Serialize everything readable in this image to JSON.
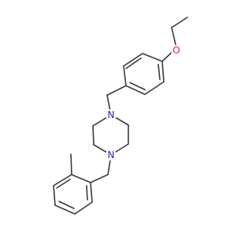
{
  "molecule": {
    "atoms": {
      "oxygen": {
        "symbol": "O",
        "color": "#e8202a"
      },
      "nitrogen_top": {
        "symbol": "N",
        "color": "#1f1fe0"
      },
      "nitrogen_bottom": {
        "symbol": "N",
        "color": "#1f1fe0"
      }
    },
    "bond_color": "#3a3a3a"
  }
}
